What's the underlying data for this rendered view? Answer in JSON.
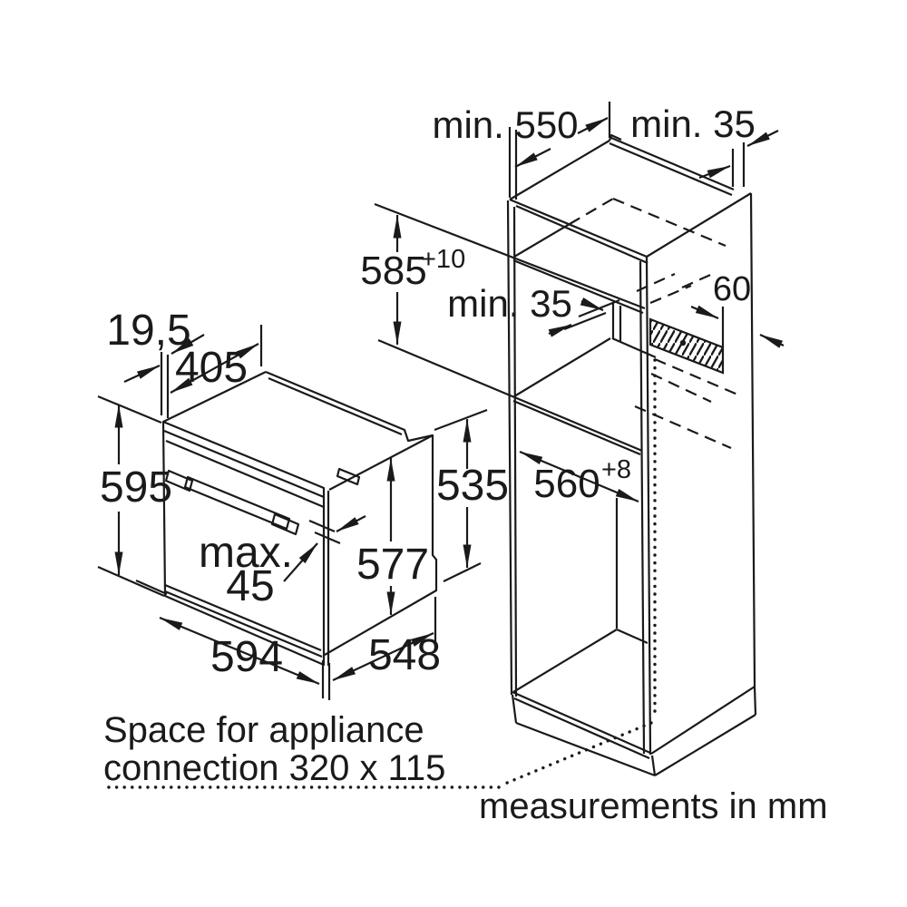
{
  "page": {
    "background": "#ffffff",
    "line_color": "#1a1a1a"
  },
  "oven": {
    "door_offset": "19,5",
    "top_depth": "405",
    "front_height": "595",
    "handle_max_label": "max.",
    "handle_max_value": "45",
    "body_height": "577",
    "front_width": "594",
    "body_depth": "548",
    "rear_height": "535"
  },
  "cabinet": {
    "min_depth": "min. 550",
    "top_rear_gap": "min. 35",
    "niche_height": "585",
    "niche_height_tolerance": "+10",
    "shelf_rear_gap": "min. 35",
    "vent_depth": "60",
    "niche_width": "560",
    "niche_width_tolerance": "+8"
  },
  "notes": {
    "connection_line1": "Space for appliance",
    "connection_line2": "connection 320 x 115",
    "units": "measurements in mm"
  }
}
